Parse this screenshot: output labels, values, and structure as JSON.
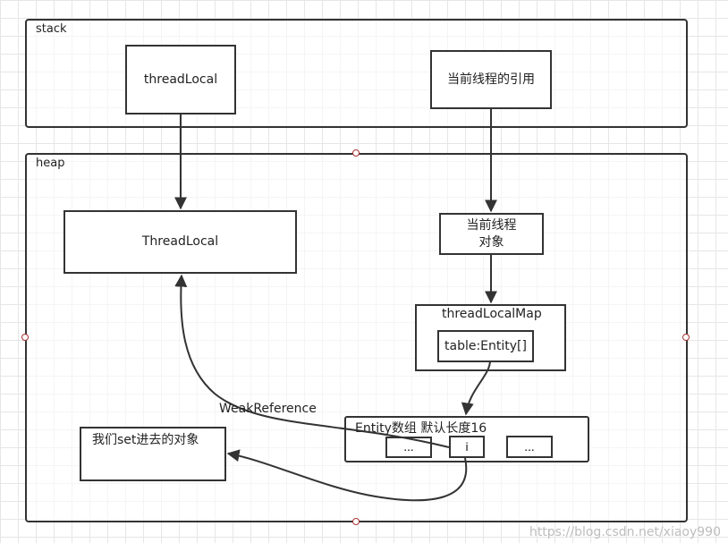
{
  "stack": {
    "label": "stack"
  },
  "heap": {
    "label": "heap"
  },
  "nodes": {
    "threadlocal_ref": "threadLocal",
    "current_thread_ref": "当前线程的引用",
    "threadlocal_obj": "ThreadLocal",
    "current_thread_obj_line1": "当前线程",
    "current_thread_obj_line2": "对象",
    "threadlocalmap_title": "threadLocalMap",
    "table_field": "table:Entity[]",
    "entity_array_title": "Entity数组 默认长度16",
    "cell_left": "...",
    "cell_mid": "i",
    "cell_right": "...",
    "set_object": "我们set进去的对象"
  },
  "edges": {
    "weak_reference_label": "WeakReference"
  },
  "watermark": "https://blog.csdn.net/xiaoy990"
}
